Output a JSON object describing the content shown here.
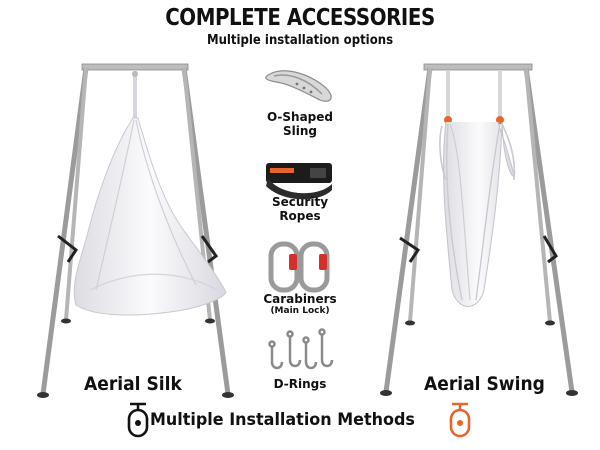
{
  "header": {
    "title": "COMPLETE ACCESSORIES",
    "subtitle": "Multiple installation options"
  },
  "accessories": [
    {
      "name": "O-Shaped",
      "name2": "Sling",
      "icon": "o-shaped-sling-icon"
    },
    {
      "name": "Security",
      "name2": "Ropes",
      "icon": "security-ropes-icon"
    },
    {
      "name": "Carabiners",
      "sub": "(Main Lock)",
      "icon": "carabiners-icon"
    },
    {
      "name": "D-Rings",
      "icon": "d-rings-icon"
    }
  ],
  "products": {
    "left_label": "Aerial Silk",
    "right_label": "Aerial Swing"
  },
  "footer": {
    "text": "Multiple Installation Methods"
  },
  "colors": {
    "frame": "#a8a8a8",
    "fabric": "#e9e9ee",
    "accent_orange": "#e8652a",
    "carabiner_red": "#d3302c",
    "text": "#111111"
  }
}
